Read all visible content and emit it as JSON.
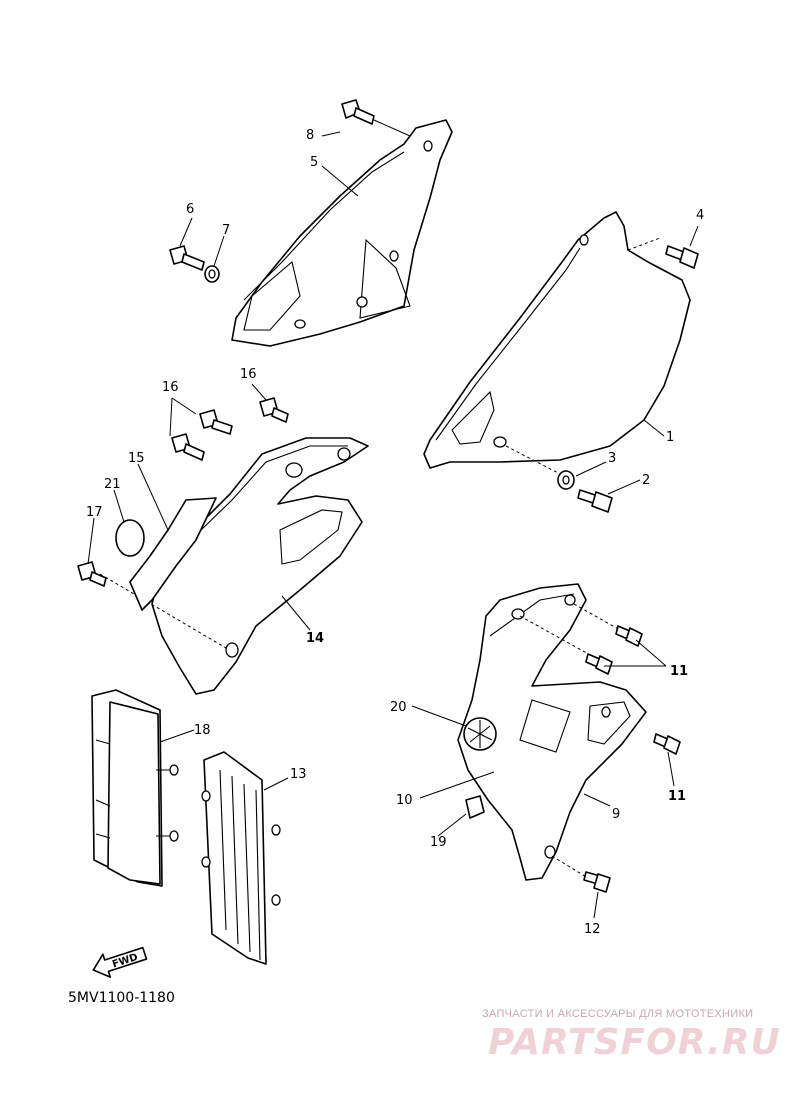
{
  "diagram": {
    "catalog_code": "5MV1100-1180",
    "direction_label": "FWD",
    "callouts": [
      {
        "id": "c1",
        "text": "1",
        "bold": false
      },
      {
        "id": "c2",
        "text": "2",
        "bold": false
      },
      {
        "id": "c3",
        "text": "3",
        "bold": false
      },
      {
        "id": "c4",
        "text": "4",
        "bold": false
      },
      {
        "id": "c5",
        "text": "5",
        "bold": false
      },
      {
        "id": "c6",
        "text": "6",
        "bold": false
      },
      {
        "id": "c7",
        "text": "7",
        "bold": false
      },
      {
        "id": "c8",
        "text": "8",
        "bold": false
      },
      {
        "id": "c9",
        "text": "9",
        "bold": false
      },
      {
        "id": "c10",
        "text": "10",
        "bold": false
      },
      {
        "id": "c11a",
        "text": "11",
        "bold": true
      },
      {
        "id": "c11b",
        "text": "11",
        "bold": true
      },
      {
        "id": "c12",
        "text": "12",
        "bold": false
      },
      {
        "id": "c13",
        "text": "13",
        "bold": false
      },
      {
        "id": "c14",
        "text": "14",
        "bold": true
      },
      {
        "id": "c15",
        "text": "15",
        "bold": false
      },
      {
        "id": "c16a",
        "text": "16",
        "bold": false
      },
      {
        "id": "c16b",
        "text": "16",
        "bold": false
      },
      {
        "id": "c17",
        "text": "17",
        "bold": false
      },
      {
        "id": "c18",
        "text": "18",
        "bold": false
      },
      {
        "id": "c19",
        "text": "19",
        "bold": false
      },
      {
        "id": "c20",
        "text": "20",
        "bold": false
      },
      {
        "id": "c21",
        "text": "21",
        "bold": false
      }
    ]
  },
  "watermark": {
    "tagline": "ЗАПЧАСТИ И АКСЕССУАРЫ ДЛЯ МОТОТЕХНИКИ",
    "logo": "PARTSFOR.RU"
  }
}
